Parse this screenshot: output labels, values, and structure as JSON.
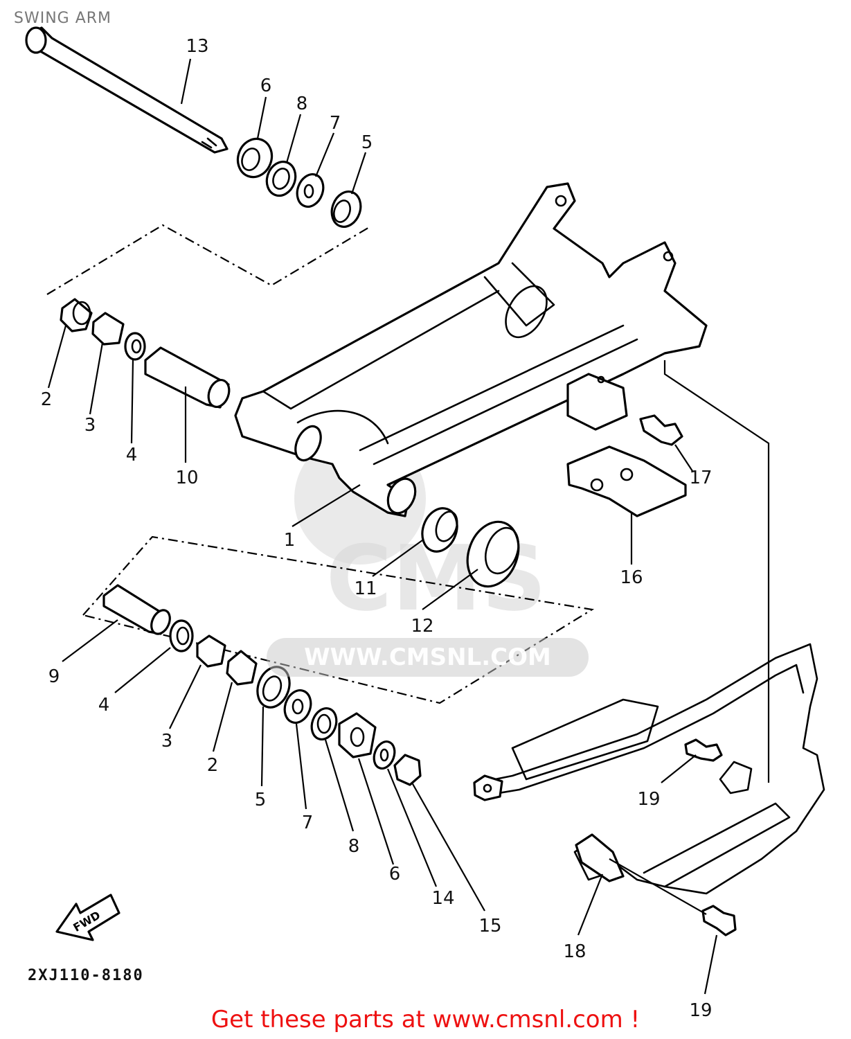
{
  "header": {
    "title": "SWING ARM"
  },
  "parts": [
    {
      "label": "1"
    },
    {
      "label": "2"
    },
    {
      "label": "3"
    },
    {
      "label": "4"
    },
    {
      "label": "5"
    },
    {
      "label": "6"
    },
    {
      "label": "7"
    },
    {
      "label": "8"
    },
    {
      "label": "9"
    },
    {
      "label": "10"
    },
    {
      "label": "11"
    },
    {
      "label": "12"
    },
    {
      "label": "13"
    },
    {
      "label": "14"
    },
    {
      "label": "15"
    },
    {
      "label": "16"
    },
    {
      "label": "17"
    },
    {
      "label": "18"
    },
    {
      "label": "19"
    }
  ],
  "callouts": {
    "upper_group": [
      "13",
      "6",
      "8",
      "7",
      "5"
    ],
    "left_group": [
      "2",
      "3",
      "4",
      "10"
    ],
    "lower_group": [
      "9",
      "4",
      "3",
      "2",
      "5",
      "7",
      "8",
      "6",
      "14",
      "15"
    ],
    "center": [
      "1",
      "11",
      "12",
      "16",
      "17"
    ],
    "guard": [
      "19",
      "18",
      "19"
    ]
  },
  "fwd_arrow": {
    "text": "FWD"
  },
  "drawing_code": "2XJ110-8180",
  "watermark": {
    "logo": "CMS",
    "url": "WWW.CMSNL.COM"
  },
  "footer": {
    "text": "Get these parts at www.cmsnl.com !"
  },
  "colors": {
    "footer": "#e11111",
    "title": "#777777"
  }
}
